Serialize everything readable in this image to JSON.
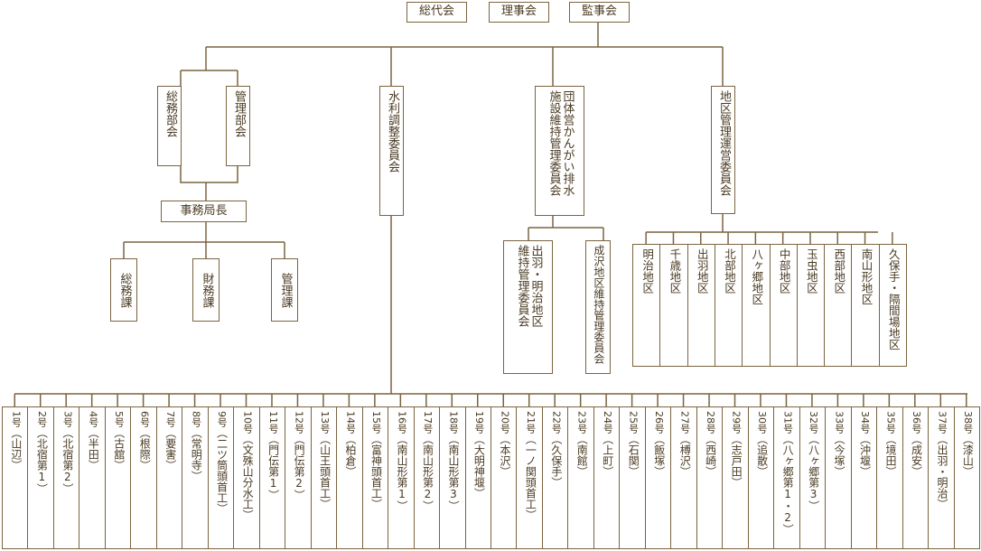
{
  "governance": {
    "general_assembly": "総代会",
    "board": "理事会",
    "auditors": "監事会"
  },
  "committees": {
    "general_affairs": "総務部会",
    "management": "管理部会",
    "water_adjustment": "水利調整委員会",
    "group_facility": "団体営かんがい排水\n施設維持管理委員会",
    "district_operation": "地区管理運営委員会"
  },
  "secretariat": {
    "director": "事務局長",
    "sections": [
      "総務課",
      "財務課",
      "管理課"
    ]
  },
  "facility_subcommittees": [
    "出羽・明治地区\n維持管理委員会",
    "成沢地区維持管理委員会"
  ],
  "districts": [
    "明治地区",
    "千歳地区",
    "出羽地区",
    "北部地区",
    "八ヶ郷地区",
    "中部地区",
    "玉虫地区",
    "西部地区",
    "南山形地区",
    "久保手・隔間場地区"
  ],
  "water_districts": [
    {
      "no": "1号",
      "name": "（山辺）"
    },
    {
      "no": "2号",
      "name": "（北宿第1）"
    },
    {
      "no": "3号",
      "name": "（北宿第2）"
    },
    {
      "no": "4号",
      "name": "（半田）"
    },
    {
      "no": "5号",
      "name": "（古舘）"
    },
    {
      "no": "6号",
      "name": "（根際）"
    },
    {
      "no": "7号",
      "name": "（要害）"
    },
    {
      "no": "8号",
      "name": "（常明寺）"
    },
    {
      "no": "9号",
      "name": "（二ツ筒頭首工）"
    },
    {
      "no": "10号",
      "name": "（文殊山分水工）"
    },
    {
      "no": "11号",
      "name": "（門伝第1）"
    },
    {
      "no": "12号",
      "name": "（門伝第2）"
    },
    {
      "no": "13号",
      "name": "（山王頭首工）"
    },
    {
      "no": "14号",
      "name": "（柏倉）"
    },
    {
      "no": "15号",
      "name": "（富神頭首工）"
    },
    {
      "no": "16号",
      "name": "（南山形第1）"
    },
    {
      "no": "17号",
      "name": "（南山形第2）"
    },
    {
      "no": "18号",
      "name": "（南山形第3）"
    },
    {
      "no": "19号",
      "name": "（大明神堰）"
    },
    {
      "no": "20号",
      "name": "（本沢）"
    },
    {
      "no": "21号",
      "name": "（一ノ関頭首工）"
    },
    {
      "no": "22号",
      "name": "（久保手）"
    },
    {
      "no": "23号",
      "name": "（南館）"
    },
    {
      "no": "24号",
      "name": "（上町）"
    },
    {
      "no": "25号",
      "name": "（石関）"
    },
    {
      "no": "26号",
      "name": "（飯塚）"
    },
    {
      "no": "27号",
      "name": "（榑沢）"
    },
    {
      "no": "28号",
      "name": "（西崎）"
    },
    {
      "no": "29号",
      "name": "（志戸田）"
    },
    {
      "no": "30号",
      "name": "（追散）"
    },
    {
      "no": "31号",
      "name": "（八ヶ郷第1・2）"
    },
    {
      "no": "32号",
      "name": "（八ヶ郷第3）"
    },
    {
      "no": "33号",
      "name": "（今塚）"
    },
    {
      "no": "34号",
      "name": "（沖堰）"
    },
    {
      "no": "35号",
      "name": "（境田）"
    },
    {
      "no": "36号",
      "name": "（成安）"
    },
    {
      "no": "37号",
      "name": "（出羽・明治）"
    },
    {
      "no": "38号",
      "name": "（漆山）"
    }
  ]
}
